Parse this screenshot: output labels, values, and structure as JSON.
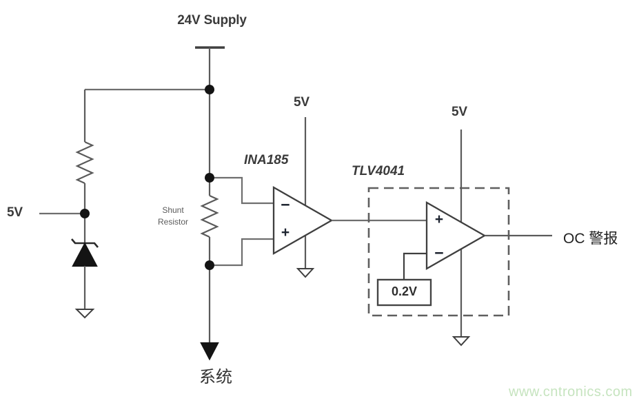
{
  "diagram": {
    "supply_title": "24V Supply",
    "left_supply_label": "5V",
    "shunt_label": {
      "line1": "Shunt",
      "line2": "Resistor"
    },
    "amp1": {
      "name": "INA185",
      "supply_label": "5V",
      "minus_sign": "−",
      "plus_sign": "+"
    },
    "amp2": {
      "name": "TLV4041",
      "supply_label": "5V",
      "plus_sign": "+",
      "minus_sign": "−",
      "vref_label": "0.2V"
    },
    "output_label": "OC 警报",
    "system_label": "系统"
  },
  "watermark": {
    "text": "www.cntronics.com"
  },
  "colors": {
    "wire": "#5a5a5a",
    "outline": "#3f3f3f",
    "solid": "#141414",
    "watermark": "#c6e4bf"
  }
}
